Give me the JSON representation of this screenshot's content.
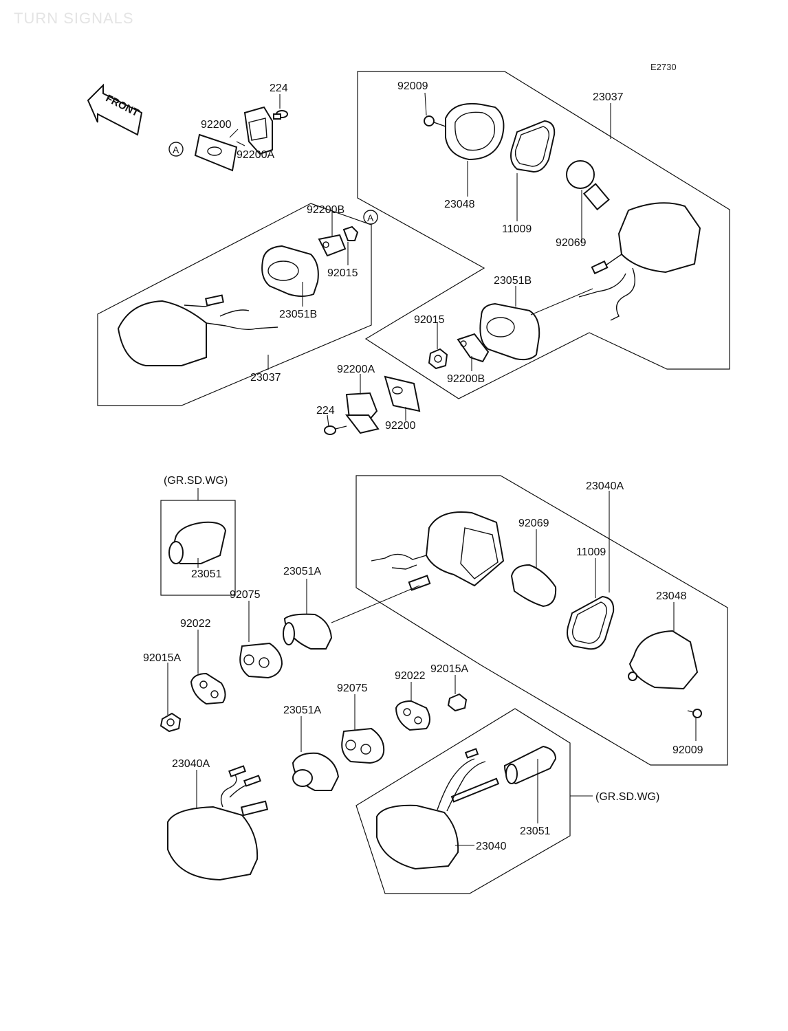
{
  "header": {
    "title": "TURN SIGNALS",
    "diagram_code": "E2730"
  },
  "front_arrow": {
    "label": "FRONT"
  },
  "ref_marks": [
    "A",
    "A"
  ],
  "labels": [
    {
      "id": "l01",
      "text": "224"
    },
    {
      "id": "l02",
      "text": "92200"
    },
    {
      "id": "l03",
      "text": "92200A"
    },
    {
      "id": "l04",
      "text": "92009"
    },
    {
      "id": "l05",
      "text": "23037"
    },
    {
      "id": "l06",
      "text": "23048"
    },
    {
      "id": "l07",
      "text": "11009"
    },
    {
      "id": "l08",
      "text": "92069"
    },
    {
      "id": "l09",
      "text": "92200B"
    },
    {
      "id": "l10",
      "text": "92015"
    },
    {
      "id": "l11",
      "text": "23051B"
    },
    {
      "id": "l12",
      "text": "23037"
    },
    {
      "id": "l13",
      "text": "23051B"
    },
    {
      "id": "l14",
      "text": "92015"
    },
    {
      "id": "l15",
      "text": "92200B"
    },
    {
      "id": "l16",
      "text": "92200A"
    },
    {
      "id": "l17",
      "text": "224"
    },
    {
      "id": "l18",
      "text": "92200"
    },
    {
      "id": "l19",
      "text": "(GR.SD.WG)"
    },
    {
      "id": "l20",
      "text": "23051"
    },
    {
      "id": "l21",
      "text": "23040A"
    },
    {
      "id": "l22",
      "text": "92069"
    },
    {
      "id": "l23",
      "text": "11009"
    },
    {
      "id": "l24",
      "text": "23048"
    },
    {
      "id": "l25",
      "text": "23051A"
    },
    {
      "id": "l26",
      "text": "92075"
    },
    {
      "id": "l27",
      "text": "92022"
    },
    {
      "id": "l28",
      "text": "92015A"
    },
    {
      "id": "l29",
      "text": "92022"
    },
    {
      "id": "l30",
      "text": "92015A"
    },
    {
      "id": "l31",
      "text": "92075"
    },
    {
      "id": "l32",
      "text": "23051A"
    },
    {
      "id": "l33",
      "text": "92009"
    },
    {
      "id": "l34",
      "text": "23040A"
    },
    {
      "id": "l35",
      "text": "(GR.SD.WG)"
    },
    {
      "id": "l36",
      "text": "23051"
    },
    {
      "id": "l37",
      "text": "23040"
    }
  ]
}
